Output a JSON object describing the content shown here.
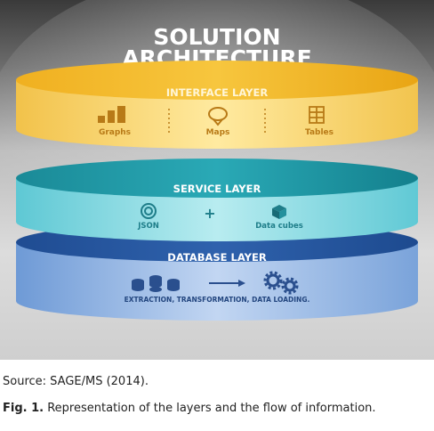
{
  "diagram": {
    "title_line1": "SOLUTION",
    "title_line2": "ARCHITECTURE",
    "accent_colors": [
      "#f2b630",
      "#3fc0b8",
      "#8f9fd8"
    ],
    "layers": [
      {
        "name": "INTERFACE LAYER",
        "color": "#f5c33a",
        "items": [
          {
            "label": "Graphs",
            "icon": "bar-chart-icon"
          },
          {
            "label": "Maps",
            "icon": "map-pin-icon"
          },
          {
            "label": "Tables",
            "icon": "table-icon"
          }
        ]
      },
      {
        "name": "SERVICE LAYER",
        "color": "#3bb7c4",
        "items": [
          {
            "label": "JSON",
            "icon": "json-icon"
          },
          {
            "label": "Data cubes",
            "icon": "cube-icon"
          }
        ],
        "connector": "+"
      },
      {
        "name": "DATABASE LAYER",
        "color": "#5a87c8",
        "flow_text": "EXTRACTION, TRANSFORMATION, DATA LOADING.",
        "icons": [
          "database-icon",
          "arrow-right-icon",
          "gears-icon"
        ]
      }
    ]
  },
  "source_text": "Source: SAGE/MS (2014).",
  "caption": {
    "label": "Fig. 1.",
    "text": "Representation of the layers and the flow of information."
  }
}
